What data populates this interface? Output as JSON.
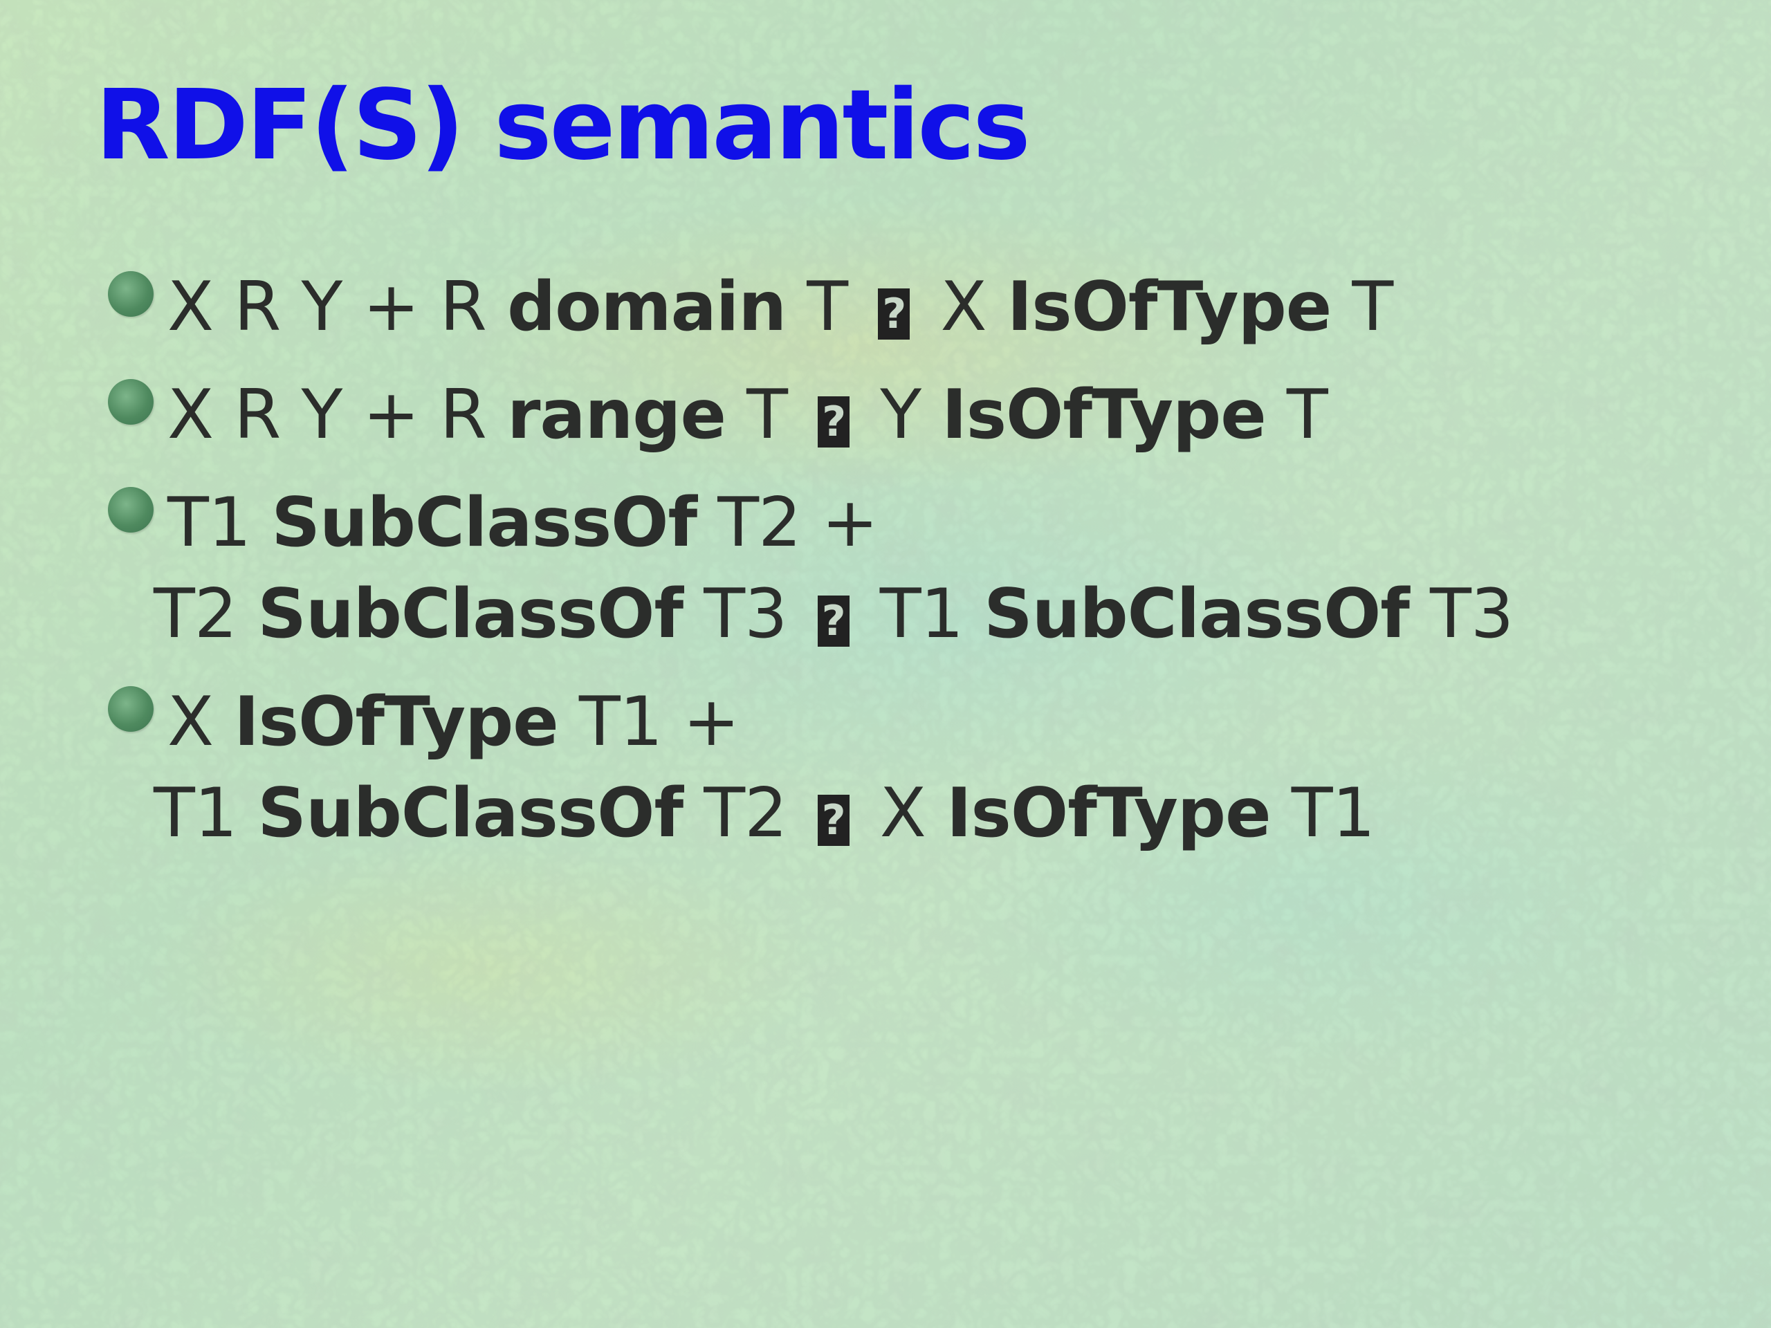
{
  "slide": {
    "title": "RDF(S) semantics",
    "bullets": [
      {
        "line1": [
          {
            "text": "X R Y + R ",
            "bold": false
          },
          {
            "text": "domain",
            "bold": true
          },
          {
            "text": " T ",
            "bold": false
          },
          {
            "text": "[?]",
            "glyph": true
          },
          {
            "text": " X ",
            "bold": false
          },
          {
            "text": "IsOfType",
            "bold": true
          },
          {
            "text": " T",
            "bold": false
          }
        ]
      },
      {
        "line1": [
          {
            "text": "X R Y + R ",
            "bold": false
          },
          {
            "text": "range",
            "bold": true
          },
          {
            "text": " T ",
            "bold": false
          },
          {
            "text": "[?]",
            "glyph": true
          },
          {
            "text": " Y ",
            "bold": false
          },
          {
            "text": "IsOfType",
            "bold": true
          },
          {
            "text": " T",
            "bold": false
          }
        ]
      },
      {
        "line1": [
          {
            "text": "T1 ",
            "bold": false
          },
          {
            "text": "SubClassOf",
            "bold": true
          },
          {
            "text": " T2 +",
            "bold": false
          }
        ],
        "line2": [
          {
            "text": "T2 ",
            "bold": false
          },
          {
            "text": "SubClassOf",
            "bold": true
          },
          {
            "text": " T3 ",
            "bold": false
          },
          {
            "text": "[?]",
            "glyph": true
          },
          {
            "text": " T1 ",
            "bold": false
          },
          {
            "text": "SubClassOf",
            "bold": true
          },
          {
            "text": " T3",
            "bold": false
          }
        ]
      },
      {
        "line1": [
          {
            "text": "X ",
            "bold": false
          },
          {
            "text": "IsOfType",
            "bold": true
          },
          {
            "text": " T1 +",
            "bold": false
          }
        ],
        "line2": [
          {
            "text": "T1 ",
            "bold": false
          },
          {
            "text": "SubClassOf",
            "bold": true
          },
          {
            "text": " T2 ",
            "bold": false
          },
          {
            "text": "[?]",
            "glyph": true
          },
          {
            "text": " X ",
            "bold": false
          },
          {
            "text": "IsOfType",
            "bold": true
          },
          {
            "text": " T1",
            "bold": false
          }
        ]
      }
    ],
    "colors": {
      "title": "#1010e8",
      "body_text": "#2b2d2b",
      "bullet": "#4f8a5f",
      "background": "#c6e6c6"
    },
    "icons": {
      "bullet": "green-circle-bullet-icon",
      "missing_glyph": "missing-glyph-box-icon"
    }
  }
}
